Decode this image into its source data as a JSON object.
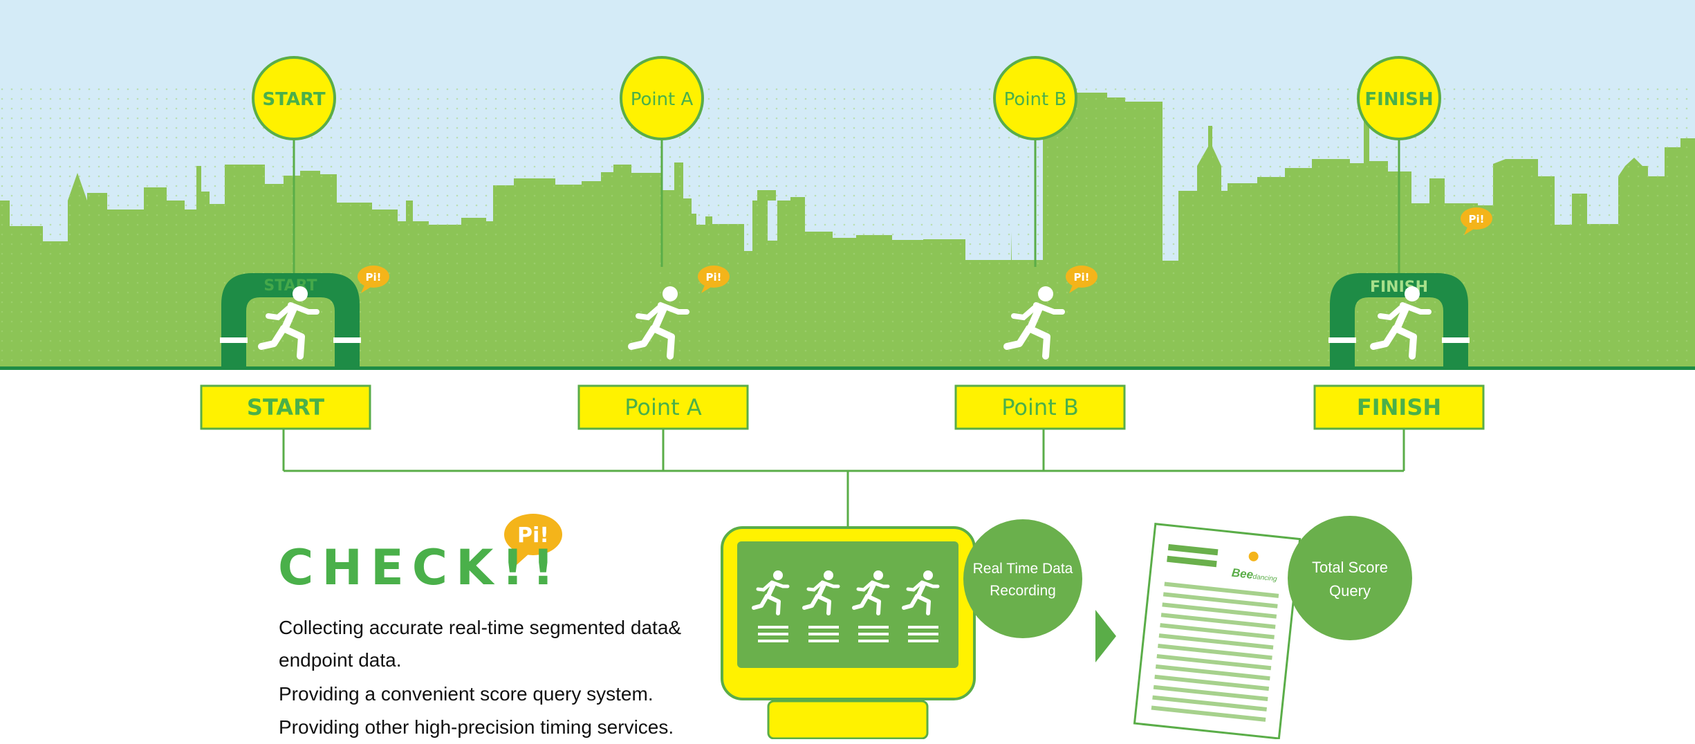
{
  "colors": {
    "sky": "#d4ebf7",
    "city": "#8cc456",
    "dark_green": "#1e8c46",
    "accent_green": "#5aad48",
    "yellow": "#fff200",
    "orange": "#f4b41a",
    "circle_green": "#6ab04c",
    "text_dark": "#111111"
  },
  "checkpoints": [
    {
      "balloon": "START",
      "box": "START"
    },
    {
      "balloon": "Point A",
      "box": "Point A"
    },
    {
      "balloon": "Point B",
      "box": "Point B"
    },
    {
      "balloon": "FINISH",
      "box": "FINISH"
    }
  ],
  "arches": {
    "start_text": "START",
    "finish_text": "FINISH"
  },
  "bubble_text": "Pi!",
  "check": {
    "title": "CHECK!!",
    "bubble": "Pi!",
    "lines": [
      "Collecting accurate real-time segmented data&",
      "endpoint data.",
      "Providing a convenient score query system.",
      "Providing other high-precision timing services."
    ]
  },
  "realtime_circle": {
    "line1": "Real Time Data",
    "line2": "Recording"
  },
  "score_circle": {
    "line1": "Total Score",
    "line2": "Query"
  },
  "document": {
    "logo_text": "Bee",
    "logo_sub": "dancing"
  },
  "icons": [
    "runner-icon",
    "arch-icon",
    "monitor-icon",
    "document-icon",
    "arrow-icon",
    "speech-bubble-icon"
  ]
}
